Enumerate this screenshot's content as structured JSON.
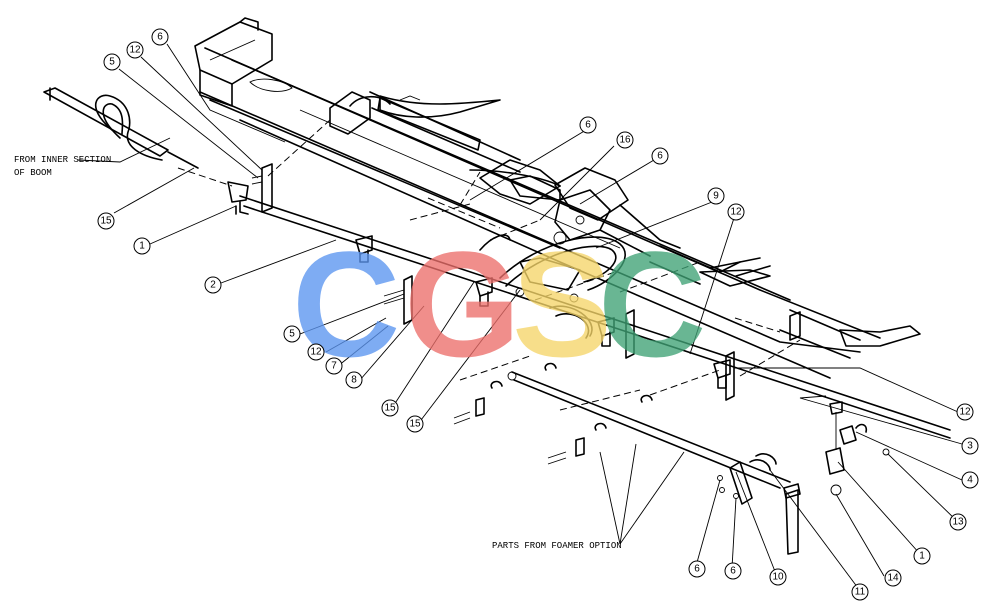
{
  "notes": {
    "from_inner_line1": "FROM INNER SECTION",
    "from_inner_line2": "OF BOOM",
    "foamer": "PARTS FROM FOAMER OPTION"
  },
  "watermark": {
    "letters": [
      "C",
      "G",
      "S",
      "C"
    ],
    "colors": [
      "#5b95f0",
      "#ec6f6b",
      "#f6d66a",
      "#3fa275"
    ]
  },
  "callouts": [
    "6",
    "12",
    "5",
    "15",
    "1",
    "2",
    "6",
    "16",
    "6",
    "9",
    "12",
    "5",
    "12",
    "7",
    "8",
    "15",
    "15",
    "12",
    "3",
    "4",
    "13",
    "1",
    "14",
    "11",
    "10",
    "6",
    "6"
  ]
}
